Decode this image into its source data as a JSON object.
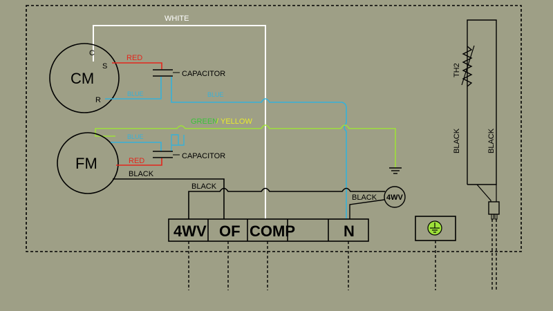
{
  "colors": {
    "background": "#9e9f86",
    "white_wire": "#ffffff",
    "red_wire": "#e3251b",
    "blue_wire": "#36b1d9",
    "green_yellow_wire": "#9ee03a",
    "black_wire": "#000000",
    "label_green": "#38c438",
    "label_yellow": "#e8ec2c"
  },
  "wires": {
    "white": "WHITE",
    "red_cm": "RED",
    "blue_cm": "BLUE",
    "blue_main": "BLUE",
    "green": "GREEN",
    "slash": "/",
    "yellow": "YELLOW",
    "blue_fm": "BLUE",
    "red_fm": "RED",
    "black_fm": "BLACK",
    "black_bus": "BLACK",
    "black_4wv": "BLACK",
    "black_th_left": "BLACK",
    "black_th_right": "BLACK"
  },
  "motors": {
    "compressor": {
      "label": "CM",
      "terminals": {
        "c": "C",
        "s": "S",
        "r": "R"
      }
    },
    "fan": {
      "label": "FM"
    }
  },
  "capacitors": {
    "cm": "CAPACITOR",
    "fm": "CAPACITOR"
  },
  "valve_label": "4WV",
  "thermistor_label": "TH2",
  "terminal_block": [
    "4WV",
    "OF",
    "COMP",
    "",
    "N"
  ],
  "ground_symbol": "ground-icon"
}
